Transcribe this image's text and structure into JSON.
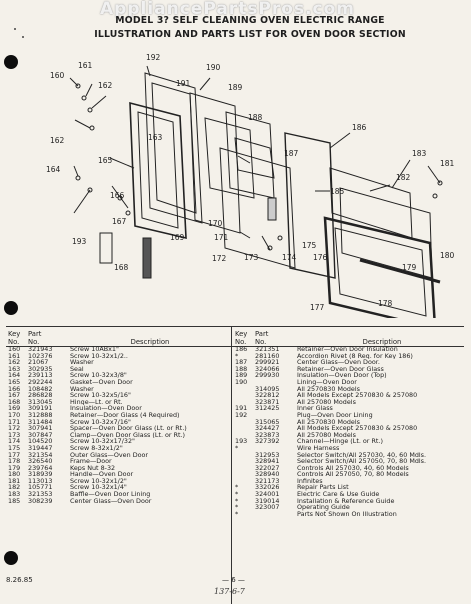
{
  "watermark": "AppliancePartsPros.com",
  "header": {
    "line1": "MODEL 3? SELF CLEANING OVEN ELECTRIC RANGE",
    "line2": "ILLUSTRATION AND PARTS LIST FOR OVEN DOOR SECTION"
  },
  "callouts": [
    "160",
    "161",
    "162",
    "162",
    "163",
    "164",
    "165",
    "166",
    "167",
    "168",
    "169",
    "170",
    "171",
    "172",
    "173",
    "174",
    "175",
    "176",
    "177",
    "178",
    "179",
    "180",
    "181",
    "182",
    "183",
    "185",
    "186",
    "187",
    "188",
    "189",
    "190",
    "191",
    "192",
    "193"
  ],
  "columns": {
    "key_line1": "Key",
    "key_line2": "No.",
    "part_line1": "Part",
    "part_line2": "No.",
    "description": "Description"
  },
  "left_rows": [
    {
      "key": "160",
      "part": "321943",
      "desc": "Screw 10ABx1\""
    },
    {
      "key": "161",
      "part": "102376",
      "desc": "Screw 10-32x1/2.."
    },
    {
      "key": "162",
      "part": "21067",
      "desc": "Washer"
    },
    {
      "key": "163",
      "part": "302935",
      "desc": "Seal"
    },
    {
      "key": "164",
      "part": "239113",
      "desc": "Screw 10-32x3/8\""
    },
    {
      "key": "165",
      "part": "292244",
      "desc": "Gasket—Oven Door"
    },
    {
      "key": "166",
      "part": "108482",
      "desc": "Washer"
    },
    {
      "key": "167",
      "part": "286828",
      "desc": "Screw 10-32x5/16\""
    },
    {
      "key": "168",
      "part": "313045",
      "desc": "Hinge—Lt. or Rt."
    },
    {
      "key": "169",
      "part": "309191",
      "desc": "Insulation—Oven Door"
    },
    {
      "key": "170",
      "part": "312888",
      "desc": "Retainer—Door Glass (4 Required)"
    },
    {
      "key": "171",
      "part": "311484",
      "desc": "Screw 10-32x7/16\""
    },
    {
      "key": "172",
      "part": "307941",
      "desc": "Spacer—Oven Door Glass (Lt. or Rt.)"
    },
    {
      "key": "173",
      "part": "307847",
      "desc": "Clamp—Oven Door Glass (Lt. or Rt.)"
    },
    {
      "key": "174",
      "part": "104520",
      "desc": "Screw 10-32x17/32\""
    },
    {
      "key": "175",
      "part": "319447",
      "desc": "Screw 8-32x1/2\""
    },
    {
      "key": "177",
      "part": "321354",
      "desc": "Outer Glass—Oven Door"
    },
    {
      "key": "178",
      "part": "326540",
      "desc": "Frame—Door"
    },
    {
      "key": "179",
      "part": "239764",
      "desc": "Keps Nut 8-32"
    },
    {
      "key": "180",
      "part": "318939",
      "desc": "Handle—Oven Door"
    },
    {
      "key": "181",
      "part": "113013",
      "desc": "Screw 10-32x1/2\""
    },
    {
      "key": "182",
      "part": "105771",
      "desc": "Screw 10-32x1/4\""
    },
    {
      "key": "183",
      "part": "321353",
      "desc": "Baffle—Oven Door Lining"
    },
    {
      "key": "185",
      "part": "308239",
      "desc": "Center Glass—Oven Door"
    }
  ],
  "right_rows": [
    {
      "key": "186",
      "part": "321351",
      "desc": "Retainer—Oven Door Insulation"
    },
    {
      "key": "*",
      "part": "281160",
      "desc": "Accordion Rivet (8 Req. for Key 186)"
    },
    {
      "key": "187",
      "part": "299921",
      "desc": "Center Glass—Oven Door."
    },
    {
      "key": "188",
      "part": "324066",
      "desc": "Retainer—Oven Door Glass"
    },
    {
      "key": "189",
      "part": "299930",
      "desc": "Insulation—Oven Door (Top)"
    },
    {
      "key": "190",
      "part": "",
      "desc": "Lining—Oven Door"
    },
    {
      "key": "",
      "part": "314095",
      "desc": "All 2570830 Models"
    },
    {
      "key": "",
      "part": "322812",
      "desc": "All Models Except 2570830 & 257080"
    },
    {
      "key": "",
      "part": "323871",
      "desc": "All 257080 Models"
    },
    {
      "key": "191",
      "part": "312425",
      "desc": "Inner Glass"
    },
    {
      "key": "192",
      "part": "",
      "desc": "Plug—Oven Door Lining"
    },
    {
      "key": "",
      "part": "315065",
      "desc": "All 2570830 Models"
    },
    {
      "key": "",
      "part": "324427",
      "desc": "All Models Except 2570830 & 257080"
    },
    {
      "key": "",
      "part": "323873",
      "desc": "All 257080 Models"
    },
    {
      "key": "193",
      "part": "327392",
      "desc": "Channel—Hinge (Lt. or Rt.)"
    },
    {
      "key": "*",
      "part": "",
      "desc": "Wire Harness"
    },
    {
      "key": "",
      "part": "312953",
      "desc": "Selector Switch/All 257030, 40, 60 Mdls."
    },
    {
      "key": "",
      "part": "328941",
      "desc": "Selector Switch/All 257050, 70, 80 Mdls."
    },
    {
      "key": "",
      "part": "322027",
      "desc": "Controls All 257030, 40, 60 Models"
    },
    {
      "key": "",
      "part": "328940",
      "desc": "Controls All 257050, 70, 80 Models"
    },
    {
      "key": "",
      "part": "321173",
      "desc": "Infinites"
    },
    {
      "key": "*",
      "part": "332026",
      "desc": "Repair Parts List"
    },
    {
      "key": "*",
      "part": "324001",
      "desc": "Electric Care & Use Guide"
    },
    {
      "key": "*",
      "part": "319014",
      "desc": "Installation & Reference Guide"
    },
    {
      "key": "*",
      "part": "323007",
      "desc": "Operating Guide"
    },
    {
      "key": "*",
      "part": "",
      "desc": "Parts Not Shown On Illustration"
    }
  ],
  "footer": {
    "date": "8.26.85",
    "page": "— 6 —",
    "handwritten": "137-6-7"
  }
}
